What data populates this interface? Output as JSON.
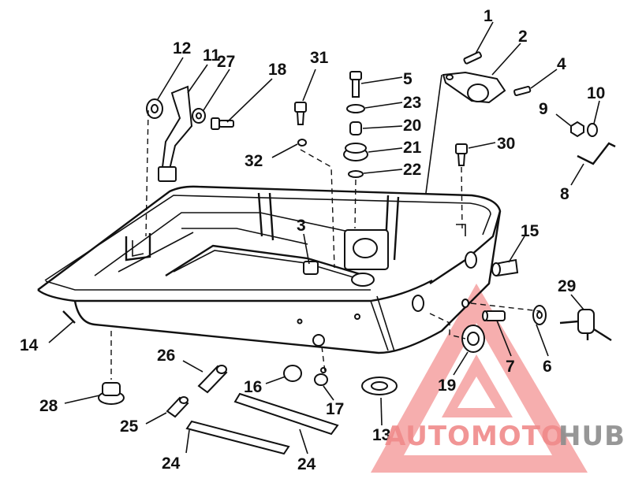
{
  "callouts": [
    {
      "id": "c1",
      "text": "1"
    },
    {
      "id": "c2",
      "text": "2"
    },
    {
      "id": "c3",
      "text": "3"
    },
    {
      "id": "c4",
      "text": "4"
    },
    {
      "id": "c5",
      "text": "5"
    },
    {
      "id": "c6",
      "text": "6"
    },
    {
      "id": "c7",
      "text": "7"
    },
    {
      "id": "c8",
      "text": "8"
    },
    {
      "id": "c9",
      "text": "9"
    },
    {
      "id": "c10",
      "text": "10"
    },
    {
      "id": "c11",
      "text": "11"
    },
    {
      "id": "c12",
      "text": "12"
    },
    {
      "id": "c13",
      "text": "13"
    },
    {
      "id": "c14",
      "text": "14"
    },
    {
      "id": "c15",
      "text": "15"
    },
    {
      "id": "c16",
      "text": "16"
    },
    {
      "id": "c17",
      "text": "17"
    },
    {
      "id": "c18",
      "text": "18"
    },
    {
      "id": "c19",
      "text": "19"
    },
    {
      "id": "c20",
      "text": "20"
    },
    {
      "id": "c21",
      "text": "21"
    },
    {
      "id": "c22",
      "text": "22"
    },
    {
      "id": "c23",
      "text": "23"
    },
    {
      "id": "c24a",
      "text": "24"
    },
    {
      "id": "c24b",
      "text": "24"
    },
    {
      "id": "c25",
      "text": "25"
    },
    {
      "id": "c26",
      "text": "26"
    },
    {
      "id": "c27",
      "text": "27"
    },
    {
      "id": "c28",
      "text": "28"
    },
    {
      "id": "c29",
      "text": "29"
    },
    {
      "id": "c30",
      "text": "30"
    },
    {
      "id": "c31",
      "text": "31"
    },
    {
      "id": "c32",
      "text": "32"
    }
  ],
  "watermark": {
    "part1": "AUTOMOTO",
    "part2": "HUB",
    "color_primary": "#f08a8a",
    "color_secondary": "#8c8c8c"
  }
}
